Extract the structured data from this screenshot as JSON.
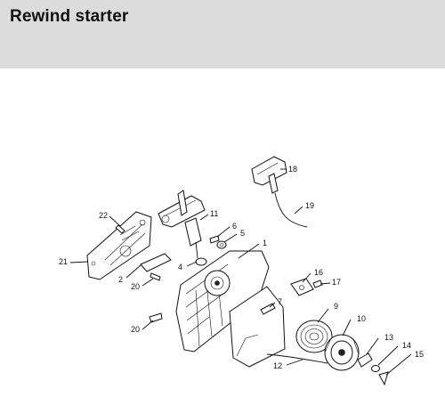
{
  "header": {
    "title": "Rewind starter"
  },
  "callouts": [
    {
      "id": "c1",
      "text": "1"
    },
    {
      "id": "c2",
      "text": "2"
    },
    {
      "id": "c4",
      "text": "4"
    },
    {
      "id": "c5",
      "text": "5"
    },
    {
      "id": "c6",
      "text": "6"
    },
    {
      "id": "c7",
      "text": "7"
    },
    {
      "id": "c9",
      "text": "9"
    },
    {
      "id": "c10",
      "text": "10"
    },
    {
      "id": "c11",
      "text": "11"
    },
    {
      "id": "c12",
      "text": "12"
    },
    {
      "id": "c13",
      "text": "13"
    },
    {
      "id": "c14",
      "text": "14"
    },
    {
      "id": "c15",
      "text": "15"
    },
    {
      "id": "c16",
      "text": "16"
    },
    {
      "id": "c17",
      "text": "17"
    },
    {
      "id": "c18",
      "text": "18"
    },
    {
      "id": "c19",
      "text": "19"
    },
    {
      "id": "c20a",
      "text": "20"
    },
    {
      "id": "c20b",
      "text": "20"
    },
    {
      "id": "c21",
      "text": "21"
    },
    {
      "id": "c22",
      "text": "22"
    }
  ]
}
